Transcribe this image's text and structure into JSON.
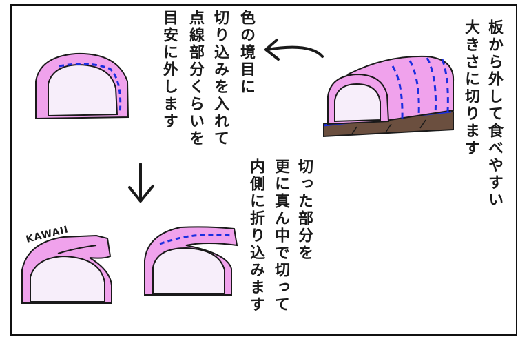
{
  "text": {
    "step1": [
      "板から外して食べやすい",
      "大きさに切ります"
    ],
    "step2": [
      "色の境目に",
      "切り込みを入れて",
      "点線部分くらいを",
      "目安に外します"
    ],
    "step3": [
      "切った部分を",
      "更に真ん中で切って",
      "内側に折り込みます"
    ],
    "label": "KAWAII"
  },
  "colors": {
    "kamaboko_pink": "#f0a2ec",
    "kamaboko_white": "#f7eefa",
    "cut_line": "#1a2ee0",
    "board": "#6b4f3f",
    "outline": "#1a1a1a"
  }
}
